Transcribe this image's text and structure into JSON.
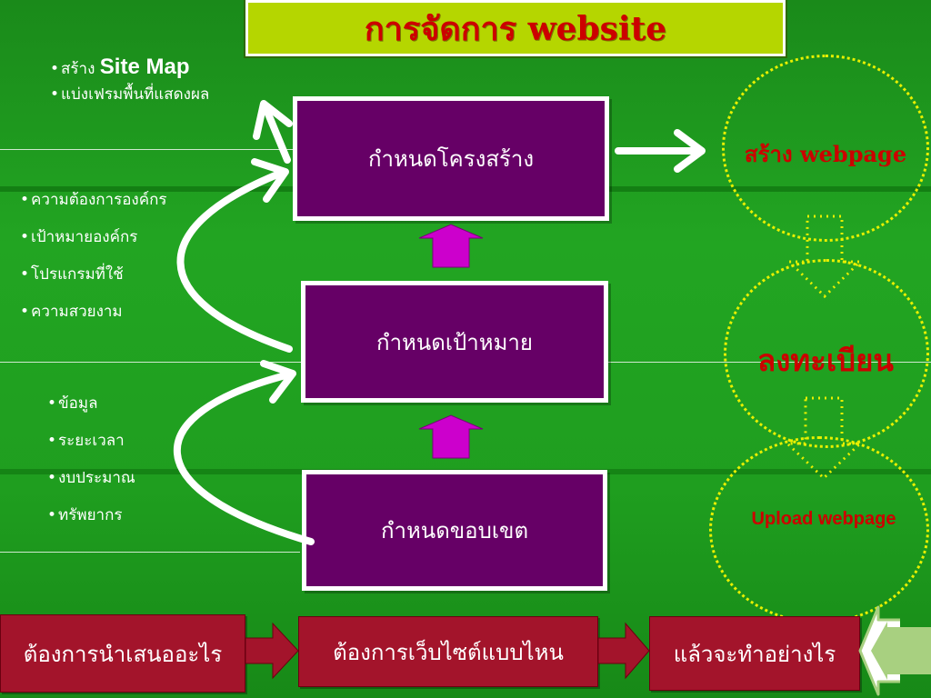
{
  "slide": {
    "title": "การจัดการ website",
    "bullets_top": [
      {
        "prefix": "สร้าง",
        "suffix": "Site Map"
      },
      {
        "prefix": "แบ่งเฟรมพื้นที่แสดงผล",
        "suffix": ""
      }
    ],
    "bullets_middle": [
      "ความต้องการองค์กร",
      "เป้าหมายองค์กร",
      "โปรแกรมที่ใช้",
      "ความสวยงาม"
    ],
    "bullets_bottom": [
      "ข้อมูล",
      "ระยะเวลา",
      "งบประมาณ",
      "ทรัพยากร"
    ],
    "boxes": {
      "structure": "กำหนดโครงสร้าง",
      "goal": "กำหนดเป้าหมาย",
      "scope": "กำหนดขอบเขต"
    },
    "circles": {
      "create": "สร้าง webpage",
      "register": "ลงทะเบียน",
      "upload": "Upload webpage"
    },
    "bottom_flow": [
      "ต้องการนำเสนออะไร",
      "ต้องการเว็บไซต์แบบไหน",
      "แล้วจะทำอย่างไร"
    ],
    "colors": {
      "background": "#1f9e1f",
      "title_bg": "#b5d600",
      "title_text": "#cc0000",
      "box_fill": "#660066",
      "up_arrow": "#cc00cc",
      "circle_border": "#e8f000",
      "circle_text": "#cc0000",
      "bottom_box": "#a3142b",
      "nav_back": "#a8d080"
    }
  }
}
